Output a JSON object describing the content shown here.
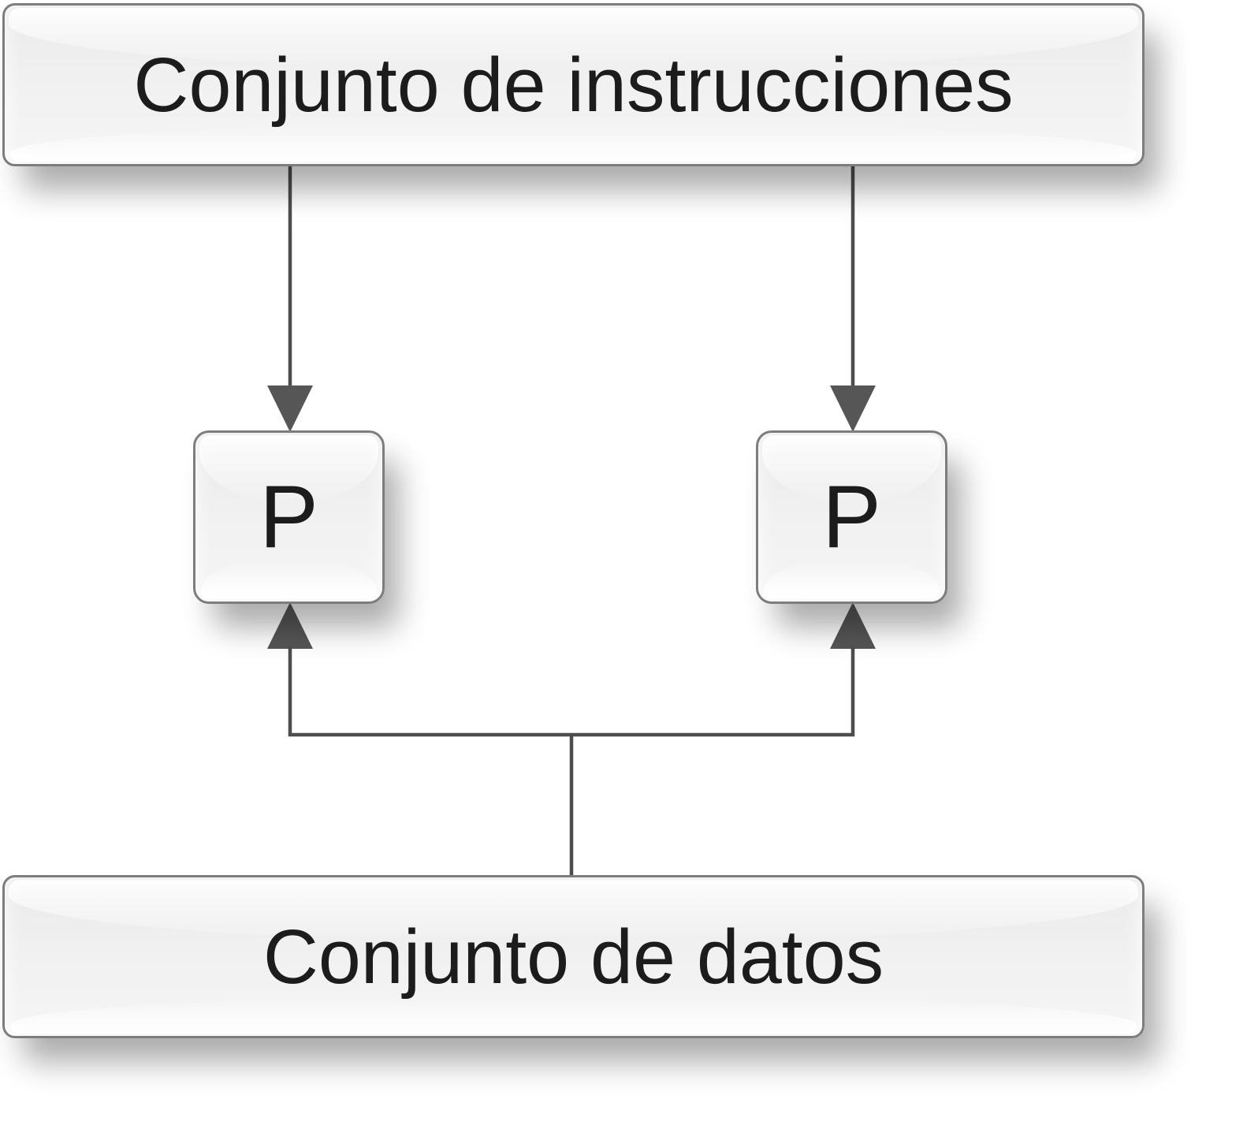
{
  "nodes": {
    "instruction_set": {
      "label": "Conjunto de instrucciones"
    },
    "processor_left": {
      "label": "P"
    },
    "processor_right": {
      "label": "P"
    },
    "data_set": {
      "label": "Conjunto de datos"
    }
  },
  "edges": [
    {
      "from": "instruction_set",
      "to": "processor_left",
      "direction": "down"
    },
    {
      "from": "instruction_set",
      "to": "processor_right",
      "direction": "down"
    },
    {
      "from": "data_set",
      "to": "processor_left",
      "direction": "up"
    },
    {
      "from": "data_set",
      "to": "processor_right",
      "direction": "up"
    }
  ],
  "colors": {
    "node_border": "#7d7d7d",
    "connector": "#4d4d4d",
    "arrowhead": "#565656",
    "text": "#1c1c1c",
    "background": "#ffffff"
  }
}
